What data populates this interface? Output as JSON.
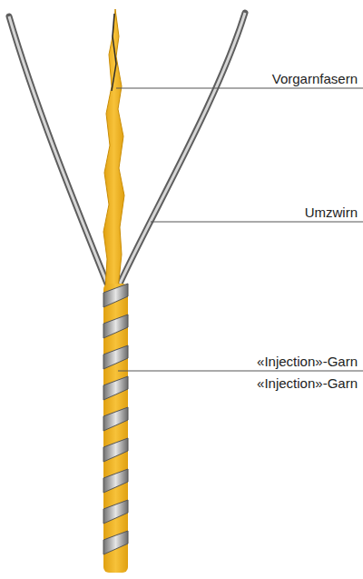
{
  "diagram": {
    "labels": [
      "Vorgarnfasern",
      "Umzwirn",
      "«Injection»-Garn",
      "«Injection»-Garn"
    ]
  }
}
